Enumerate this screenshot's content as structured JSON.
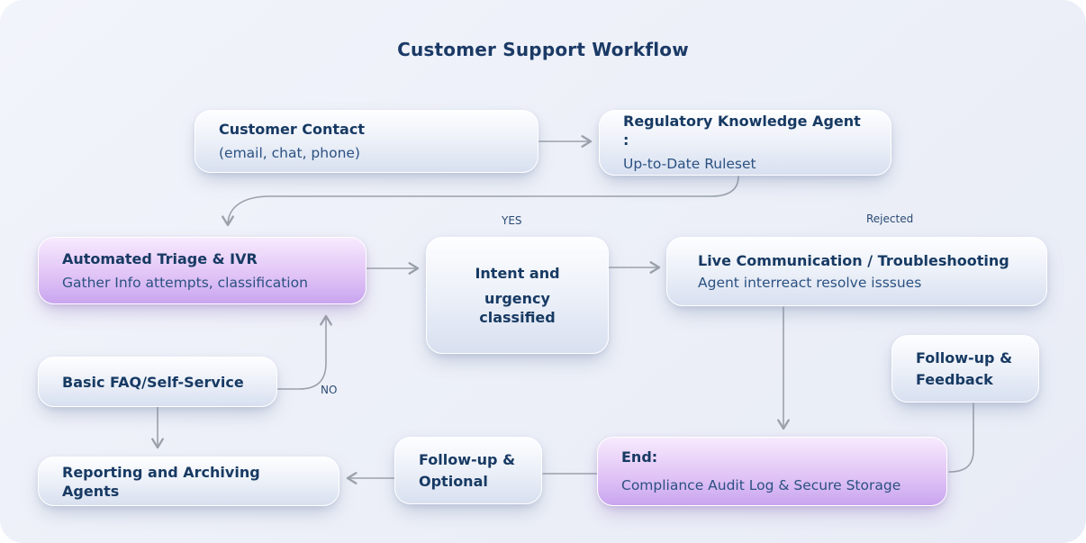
{
  "title": "Customer Support Workflow",
  "labels": {
    "yes": "YES",
    "no": "NO",
    "rejected": "Rejected"
  },
  "nodes": {
    "customer_contact": {
      "title": "Customer Contact",
      "subtitle": "(email, chat, phone)"
    },
    "regulatory": {
      "title": "Regulatory Knowledge Agent :",
      "subtitle": "Up-to-Date Ruleset"
    },
    "automated_triage": {
      "title": "Automated Triage & IVR",
      "subtitle": "Gather Info attempts, classification"
    },
    "intent": {
      "line1": "Intent and",
      "line2": "urgency classified"
    },
    "live_comm": {
      "title": "Live Communication / Troubleshooting",
      "subtitle": "Agent interreact resolve isssues"
    },
    "followup_feedback": {
      "line1": "Follow-up &",
      "line2": "Feedback"
    },
    "basic_faq": {
      "title": "Basic FAQ/Self-Service"
    },
    "followup_optional": {
      "line1": "Follow-up &",
      "line2": "Optional"
    },
    "reporting": {
      "title": "Reporting and Archiving Agents"
    },
    "end": {
      "title": "End:",
      "subtitle": "Compliance Audit Log & Secure Storage"
    }
  },
  "edges": [
    {
      "from": "customer_contact",
      "to": "regulatory",
      "label": ""
    },
    {
      "from": "regulatory",
      "to": "automated_triage",
      "label": ""
    },
    {
      "from": "automated_triage",
      "to": "intent",
      "label": ""
    },
    {
      "from": "intent",
      "to": "live_comm",
      "label": "YES / Rejected"
    },
    {
      "from": "live_comm",
      "to": "end",
      "label": ""
    },
    {
      "from": "basic_faq",
      "to": "automated_triage",
      "label": "NO"
    },
    {
      "from": "basic_faq",
      "to": "reporting",
      "label": ""
    },
    {
      "from": "end",
      "to": "followup_optional",
      "label": ""
    },
    {
      "from": "followup_optional",
      "to": "reporting",
      "label": ""
    },
    {
      "from": "followup_feedback",
      "to": "end",
      "label": ""
    }
  ],
  "colors": {
    "title_navy": "#1b3a66",
    "node_title": "#173a63",
    "node_sub": "#2b5181",
    "label_navy": "#2b4a73",
    "arrow": "#9ba1ab",
    "box_top": "#fdfeff",
    "box_mid": "#ecf0f8",
    "box_bot": "#d8e0f0",
    "purple_top": "#f7eafd",
    "purple_mid": "#e0c3f6",
    "purple_bot": "#c9a5ef"
  }
}
